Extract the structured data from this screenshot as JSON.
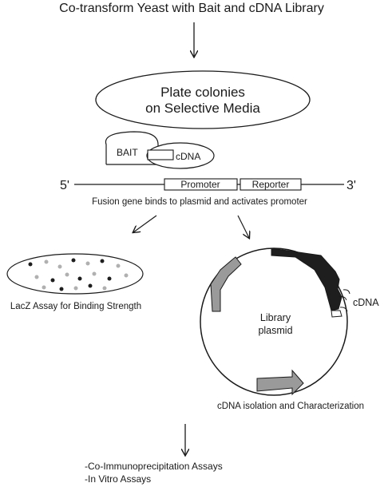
{
  "title": "Co-transform Yeast with Bait and cDNA Library",
  "plate": {
    "line1": "Plate colonies",
    "line2": "on Selective Media"
  },
  "construct": {
    "bait_label": "BAIT",
    "cdna_label": "cDNA",
    "five_prime": "5'",
    "three_prime": "3'",
    "promoter_label": "Promoter",
    "reporter_label": "Reporter",
    "caption": "Fusion gene binds to plasmid and activates promoter"
  },
  "lacz": {
    "caption": "LacZ Assay for Binding Strength"
  },
  "plasmid": {
    "center_line1": "Library",
    "center_line2": "plasmid",
    "cdna_label": "cDNA",
    "caption": "cDNA isolation and Characterization"
  },
  "followup": {
    "line1": "-Co-Immunoprecipitation Assays",
    "line2": "-In Vitro Assays"
  },
  "colors": {
    "ink": "#1a1a1a",
    "dark_segment": "#1e1e1e",
    "gray_arrow": "#9a9a9a",
    "dot_dark": "#1e1e1e",
    "dot_light": "#b0b0b0"
  }
}
